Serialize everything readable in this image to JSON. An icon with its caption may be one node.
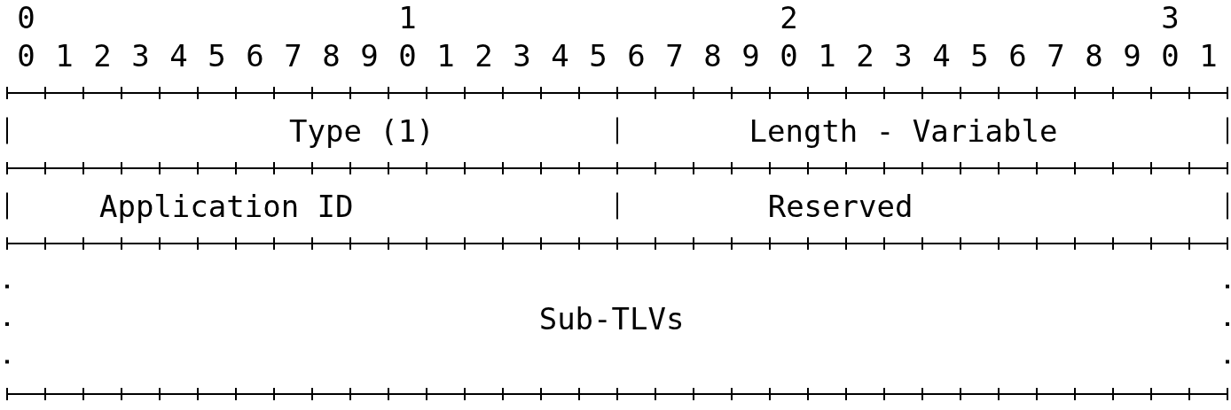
{
  "diagram": {
    "nodes": [
      {
        "text": [
          "Type (1)"
        ]
      },
      {
        "text": [
          "Length - Variable"
        ]
      },
      {
        "text": [
          "Application ID"
        ]
      },
      {
        "text": [
          "Reserved"
        ]
      },
      {
        "text": [
          "Sub-TLVs"
        ]
      }
    ],
    "labels": [
      "0",
      "1",
      "2",
      "3",
      "0",
      "1",
      "2",
      "3",
      "4",
      "5",
      "6",
      "7",
      "8",
      "9",
      "0",
      "1",
      "2",
      "3",
      "4",
      "5",
      "6",
      "7",
      "8",
      "9",
      "0",
      "1",
      "2",
      "3",
      "4",
      "5",
      "6",
      "7",
      "8",
      "9",
      "0",
      "1"
    ]
  }
}
